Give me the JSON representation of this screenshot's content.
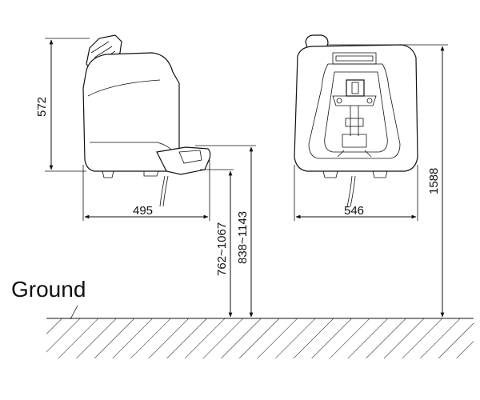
{
  "dimensions": {
    "side_height": "572",
    "side_width": "495",
    "front_width": "546",
    "total_height": "1588",
    "basin_height_range_a": "762~1067",
    "basin_height_range_b": "838~1143"
  },
  "ground_label": "Ground"
}
